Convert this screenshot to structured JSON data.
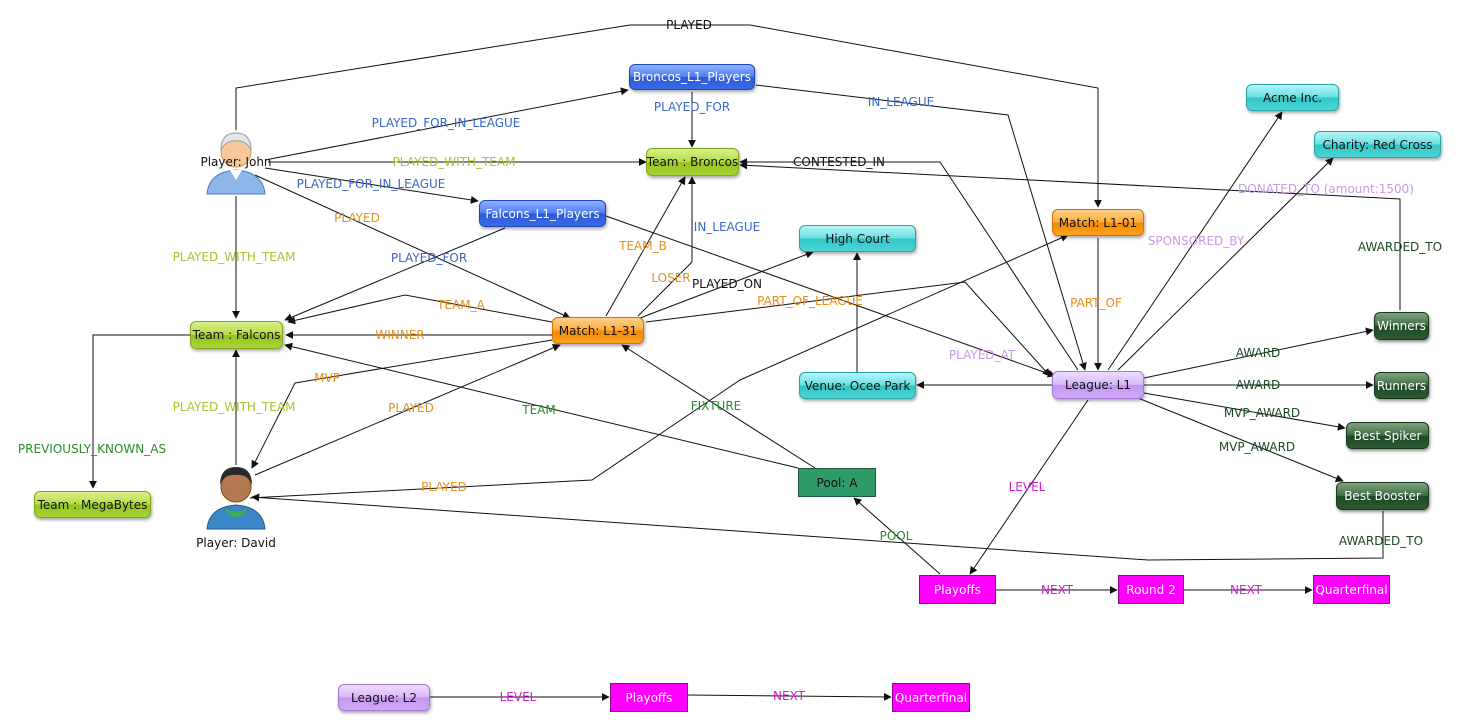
{
  "nodes": {
    "player_john": "Player: John",
    "player_david": "Player: David",
    "broncos_l1_players": "Broncos_L1_Players",
    "falcons_l1_players": "Falcons_L1_Players",
    "team_broncos": "Team : Broncos",
    "team_falcons": "Team : Falcons",
    "team_megabytes": "Team : MegaBytes",
    "match_l1_31": "Match: L1-31",
    "match_l1_01": "Match: L1-01",
    "high_court": "High Court",
    "venue_ocee_park": "Venue: Ocee Park",
    "league_l1": "League: L1",
    "league_l2": "League: L2",
    "acme_inc": "Acme Inc.",
    "charity_red_cross": "Charity: Red Cross",
    "winners": "Winners",
    "runners": "Runners",
    "best_spiker": "Best Spiker",
    "best_booster": "Best Booster",
    "pool_a": "Pool: A",
    "playoffs_l1": "Playoffs",
    "round_2": "Round 2",
    "quarterfinal_l1": "Quarterfinal",
    "playoffs_l2": "Playoffs",
    "quarterfinal_l2": "Quarterfinal"
  },
  "edge_labels": {
    "played_top": "PLAYED",
    "played_for_in_league_1": "PLAYED_FOR_IN_LEAGUE",
    "played_for_1": "PLAYED_FOR",
    "in_league_1": "IN_LEAGUE",
    "played_with_team_1": "PLAYED_WITH_TEAM",
    "contested_in": "CONTESTED_IN",
    "played_for_in_league_2": "PLAYED_FOR_IN_LEAGUE",
    "donated_to": "DONATED_TO (amount:1500)",
    "played_1": "PLAYED",
    "in_league_2": "IN_LEAGUE",
    "sponsored_by": "SPONSORED_BY",
    "awarded_to_1": "AWARDED_TO",
    "team_b": "TEAM_B",
    "played_with_team_2": "PLAYED_WITH_TEAM",
    "played_for_2": "PLAYED_FOR",
    "loser": "LOSER",
    "played_on": "PLAYED_ON",
    "part_of_league": "PART_OF_LEAGUE",
    "part_of": "PART_OF",
    "team_a": "TEAM_A",
    "winner": "WINNER",
    "played_at": "PLAYED_AT",
    "award_1": "AWARD",
    "award_2": "AWARD",
    "mvp": "MVP",
    "played_2": "PLAYED",
    "team": "TEAM",
    "fixture": "FIXTURE",
    "played_with_team_3": "PLAYED_WITH_TEAM",
    "mvp_award_1": "MVP_AWARD",
    "mvp_award_2": "MVP_AWARD",
    "previously_known_as": "PREVIOUSLY_KNOWN_AS",
    "played_3": "PLAYED",
    "level_1": "LEVEL",
    "pool": "POOL",
    "awarded_to_2": "AWARDED_TO",
    "next_1": "NEXT",
    "next_2": "NEXT",
    "level_2": "LEVEL",
    "next_3": "NEXT"
  },
  "colors": {
    "edge": "#111111",
    "label_black": "#111111",
    "label_blue": "#3a66c8",
    "label_olive": "#a9c430",
    "label_orange": "#e39020",
    "label_violet": "#c89ae6",
    "label_green": "#2a8a2a",
    "label_dkgreen": "#1c4a22",
    "label_magenta": "#d020d0"
  },
  "icons": {
    "john": "person-white-hair-icon",
    "david": "person-dark-hair-icon"
  }
}
